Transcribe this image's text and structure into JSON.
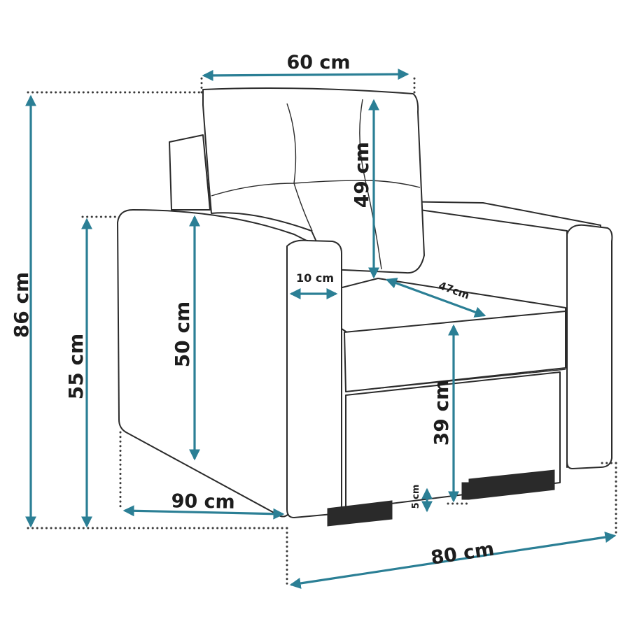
{
  "diagram": {
    "colors": {
      "dimension_arrow": "#2b7f95",
      "outline": "#2b2b2b",
      "leader": "#3a3a3a"
    },
    "labels": {
      "width_top": "60 cm",
      "total_height": "86 cm",
      "arm_height": "55 cm",
      "arm_inner_height": "50 cm",
      "cushion_height": "49 cm",
      "arm_width": "10 cm",
      "seat_depth": "47cm",
      "seat_height": "39 cm",
      "leg_height": "5 cm",
      "depth": "90 cm",
      "width": "80 cm"
    }
  }
}
